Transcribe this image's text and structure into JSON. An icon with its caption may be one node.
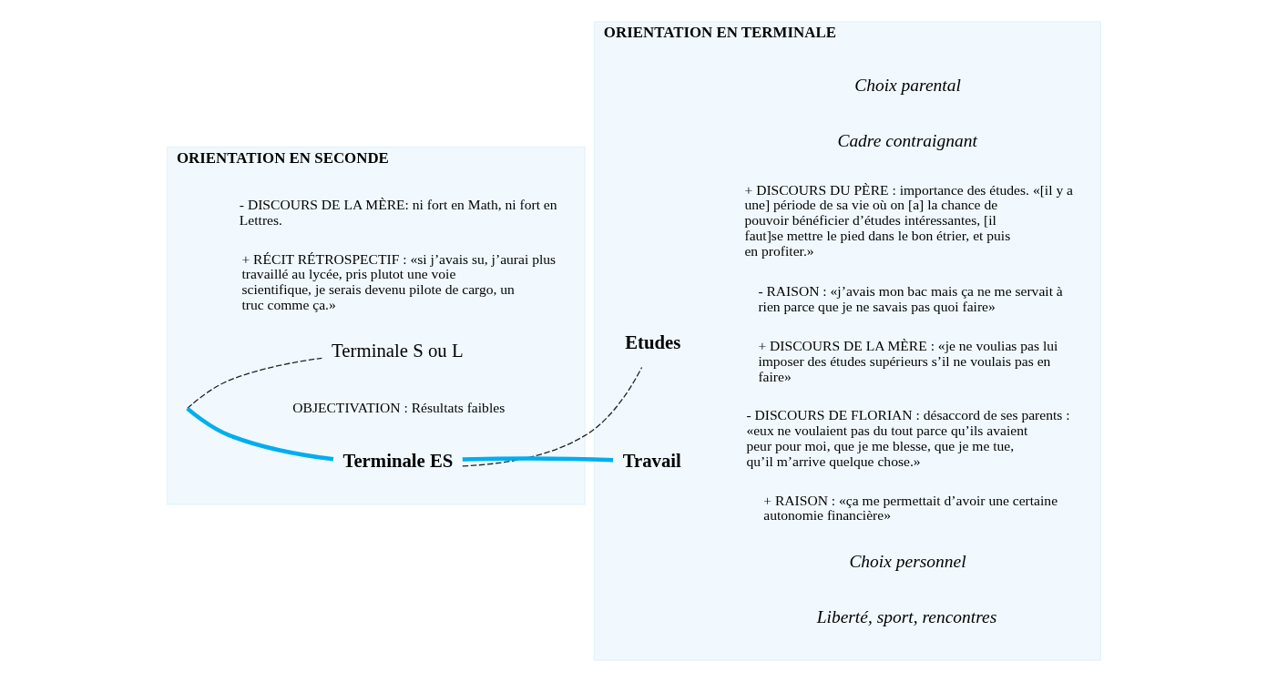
{
  "diagram": {
    "nodes": [
      {
        "text": [
          "ORIENTATION EN SECONDE"
        ]
      },
      {
        "text": [
          "ORIENTATION EN TERMINALE"
        ]
      },
      {
        "text": [
          "Terminale S ou L"
        ],
        "in": 0
      },
      {
        "text": [
          "Terminale ES"
        ],
        "in": 0
      },
      {
        "text": [
          "Etudes"
        ],
        "in": 1
      },
      {
        "text": [
          "Travail"
        ],
        "in": 1
      }
    ],
    "edges": [
      {
        "from": null,
        "to": 2,
        "arrow": "none",
        "style": "dashed"
      },
      {
        "from": null,
        "to": 3,
        "arrow": "none",
        "style": "thick",
        "color": "#00aeef"
      },
      {
        "from": 3,
        "to": 4,
        "arrow": "none",
        "style": "dashed"
      },
      {
        "from": 3,
        "to": 5,
        "arrow": "none",
        "style": "thick",
        "color": "#00aeef"
      }
    ],
    "labels": [
      "- DISCOURS DE LA MÈRE: ni fort en Math, ni fort en Lettres.",
      "+ RÉCIT RÉTROSPECTIF : «si j’avais su, j’aurai plus travaillé au lycée, pris plutot une voie scientifique, je serais devenu pilote de cargo, un truc comme ça.»",
      "OBJECTIVATION : Résultats faibles",
      "Choix parental",
      "Cadre contraignant",
      "+ DISCOURS DU PÈRE : importance des études. «[il y a une] période de sa vie où on [a] la chance de pouvoir bénéficier d’études intéressantes, [il faut]se mettre le pied dans le bon étrier, et puis en profiter.»",
      "- RAISON : «j’avais mon bac mais ça ne me servait à rien parce que je ne savais pas quoi faire»",
      "+ DISCOURS DE LA MÈRE : «je ne voulias pas lui imposer des études supérieurs s’il ne voulais pas en faire»",
      "- DISCOURS DE FLORIAN : désaccord de ses parents : «eux ne voulaient pas du tout parce qu’ils avaient peur pour moi, que je me blesse, que je me tue, qu’il m’arrive quelque chose.»",
      "+ RAISON : «ça me permettait d’avoir une certaine autonomie financière»",
      "Choix personnel",
      "Liberté, sport, rencontres"
    ]
  }
}
